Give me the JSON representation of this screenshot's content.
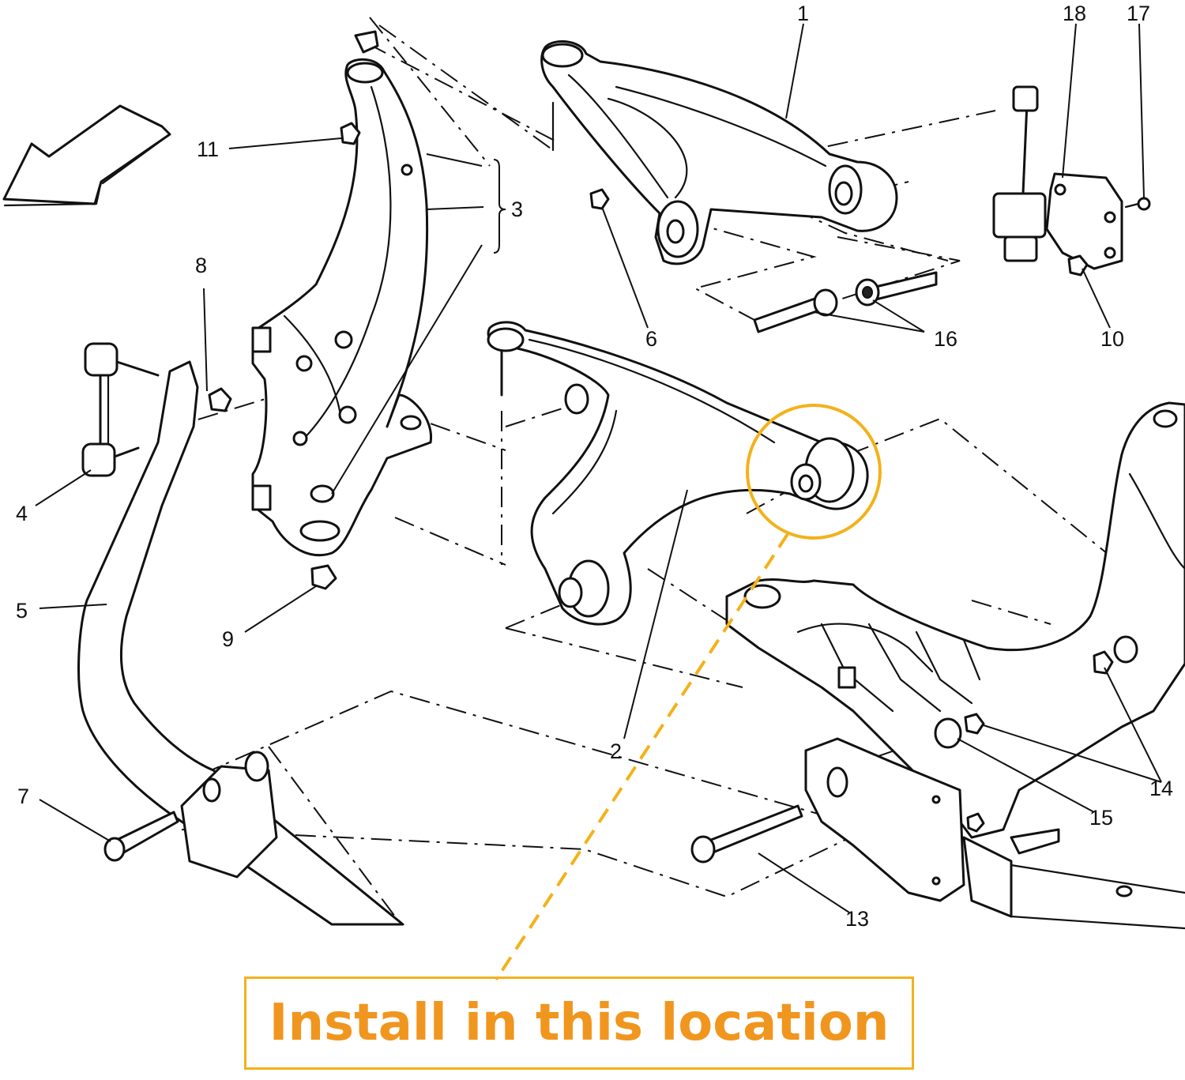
{
  "diagram": {
    "callouts": [
      {
        "id": "c1",
        "text": "1"
      },
      {
        "id": "c2",
        "text": "2"
      },
      {
        "id": "c3",
        "text": "3"
      },
      {
        "id": "c4",
        "text": "4"
      },
      {
        "id": "c5",
        "text": "5"
      },
      {
        "id": "c6",
        "text": "6"
      },
      {
        "id": "c7",
        "text": "7"
      },
      {
        "id": "c8",
        "text": "8"
      },
      {
        "id": "c9",
        "text": "9"
      },
      {
        "id": "c10",
        "text": "10"
      },
      {
        "id": "c11",
        "text": "11"
      },
      {
        "id": "c13",
        "text": "13"
      },
      {
        "id": "c14",
        "text": "14"
      },
      {
        "id": "c15",
        "text": "15"
      },
      {
        "id": "c16",
        "text": "16"
      },
      {
        "id": "c17",
        "text": "17"
      },
      {
        "id": "c18",
        "text": "18"
      }
    ],
    "install_note": "Install in this location"
  },
  "colors": {
    "highlight": "#f2b21b",
    "note_text": "#f0961e",
    "line_art": "#111111"
  }
}
